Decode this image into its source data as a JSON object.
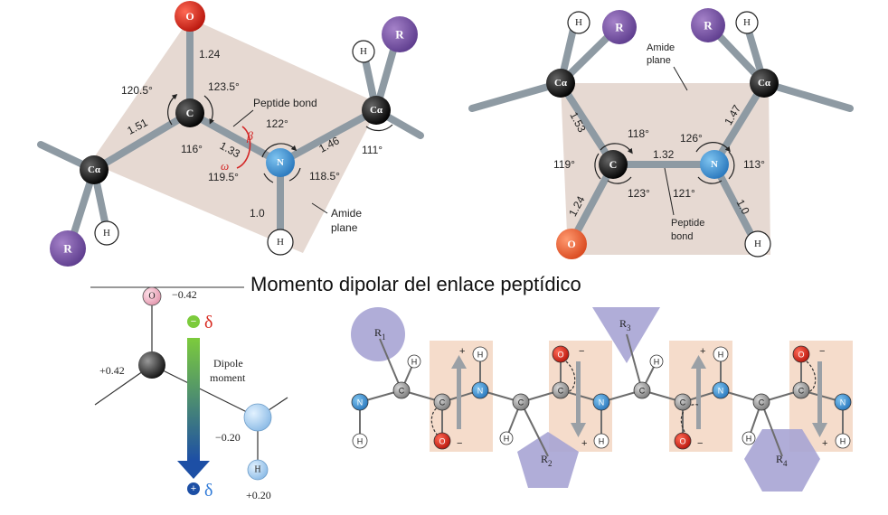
{
  "title": "Momento dipolar del enlace peptídico",
  "panel_left": {
    "atoms": {
      "o": "O",
      "c": "C",
      "n": "N",
      "ca1": "Cα",
      "ca2": "Cα",
      "r1": "R",
      "r2": "R",
      "h1": "H",
      "h2": "H",
      "h3": "H"
    },
    "bond_lengths": [
      "1.24",
      "1.51",
      "1.33",
      "1.46",
      "1.0"
    ],
    "angles": [
      "120.5°",
      "123.5°",
      "116°",
      "122°",
      "119.5°",
      "118.5°",
      "111°"
    ],
    "labels": {
      "peptide_bond": "Peptide bond",
      "amide": "Amide",
      "plane": "plane",
      "omega": "ω",
      "beta": "β"
    }
  },
  "panel_right": {
    "atoms": {
      "o": "O",
      "c": "C",
      "n": "N",
      "ca1": "Cα",
      "ca2": "Cα",
      "r1": "R",
      "r2": "R",
      "h1": "H",
      "h2": "H",
      "h3": "H"
    },
    "bond_lengths": [
      "1.53",
      "1.32",
      "1.47",
      "1.24",
      "1.0"
    ],
    "angles": [
      "118°",
      "126°",
      "119°",
      "113°",
      "123°",
      "121°"
    ],
    "labels": {
      "amide": "Amide",
      "plane": "plane",
      "peptide": "Peptide",
      "bond": "bond"
    }
  },
  "dipole": {
    "o_label": "O",
    "h_label": "H",
    "charges": {
      "o": "−0.42",
      "c": "+0.42",
      "n": "−0.20",
      "h": "+0.20"
    },
    "delta_minus_sign": "−",
    "delta_plus_sign": "+",
    "delta": "δ",
    "moment_line1": "Dipole",
    "moment_line2": "moment"
  },
  "chain": {
    "r_labels": [
      "R",
      "R",
      "R",
      "R"
    ],
    "r_subscripts": [
      "1",
      "2",
      "3",
      "4"
    ],
    "atom_n": "N",
    "atom_c": "C",
    "atom_o": "O",
    "atom_h": "H",
    "plus": "+",
    "minus": "−"
  },
  "colors": {
    "oxygen": "#d8291f",
    "nitrogen": "#3c8fd0",
    "r_group": "#7e5aa6",
    "plane": "#e6d9d2",
    "amide_box": "#f5dccb",
    "r_shape": "#a7a4d4"
  }
}
